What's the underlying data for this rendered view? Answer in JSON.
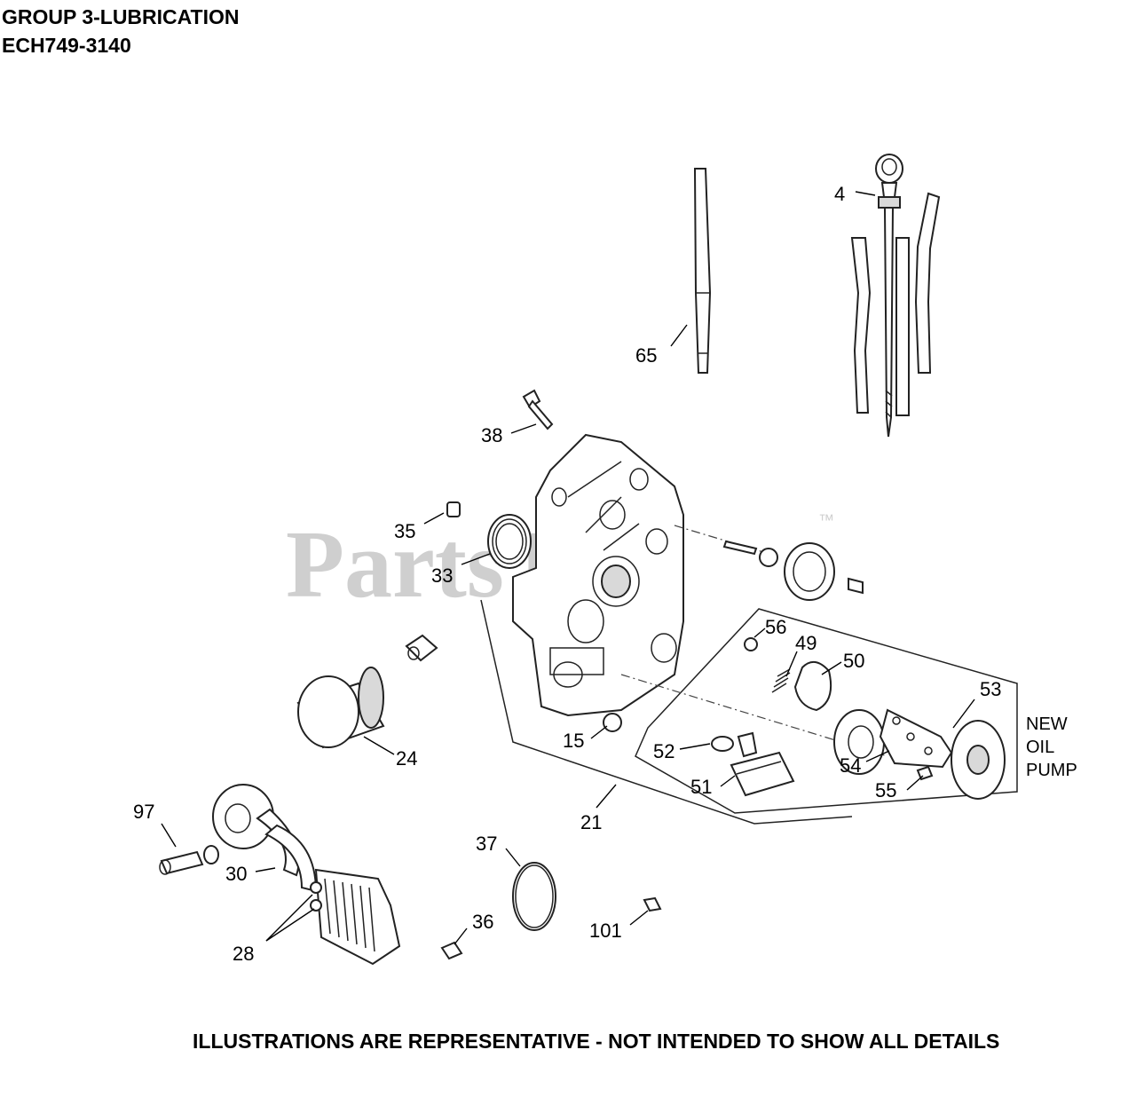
{
  "header": {
    "title": "GROUP 3-LUBRICATION",
    "model": "ECH749-3140"
  },
  "footer": {
    "note": "ILLUSTRATIONS ARE REPRESENTATIVE - NOT INTENDED TO SHOW ALL DETAILS"
  },
  "watermark": {
    "text": "PartsTree",
    "trademark": "™"
  },
  "callouts": [
    "4",
    "65",
    "38",
    "35",
    "33",
    "56",
    "49",
    "50",
    "53",
    "24",
    "15",
    "52",
    "54",
    "51",
    "55",
    "21",
    "97",
    "30",
    "37",
    "36",
    "101",
    "28"
  ],
  "group_note": {
    "line1": "NEW",
    "line2": "OIL",
    "line3": "PUMP"
  }
}
